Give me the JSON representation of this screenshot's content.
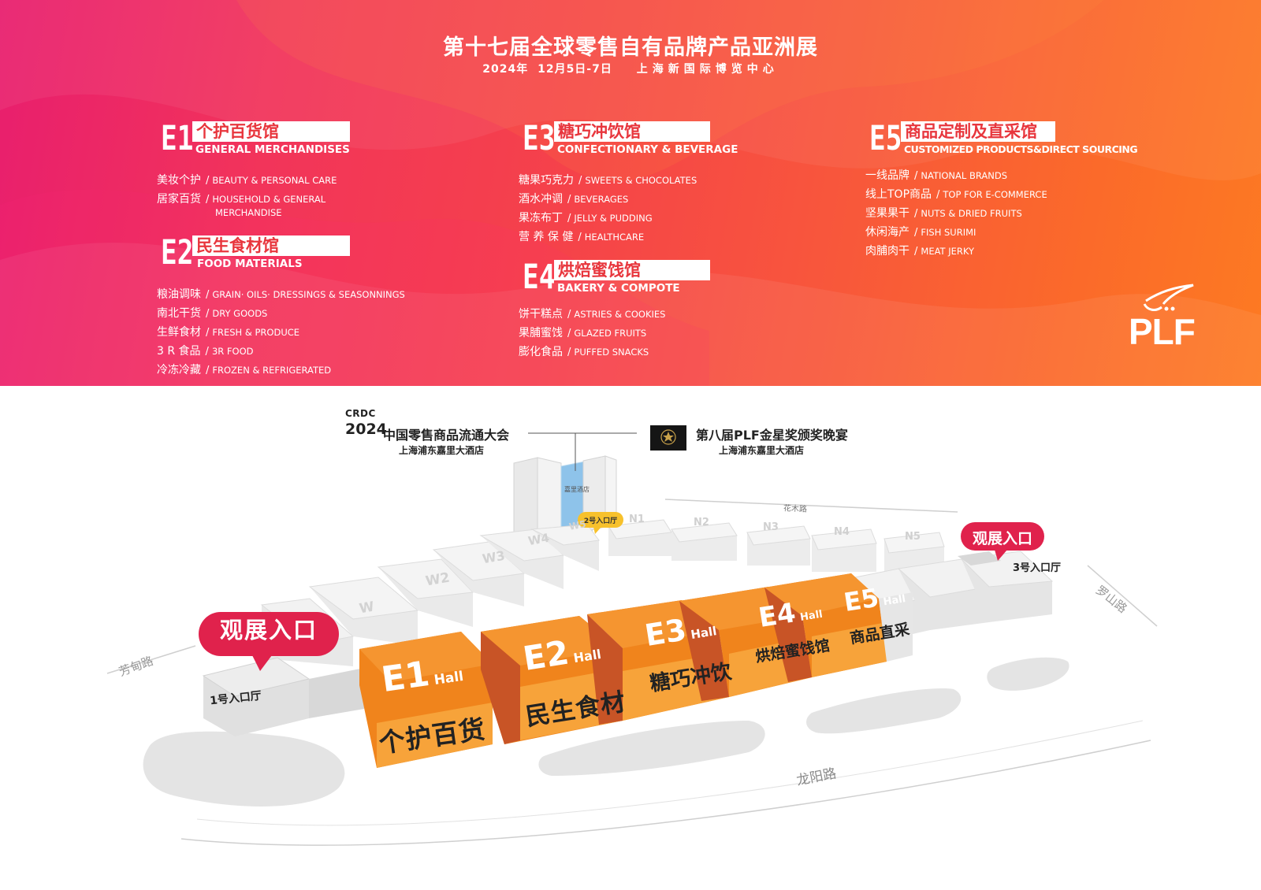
{
  "header": {
    "title": "第十七届全球零售自有品牌产品亚洲展",
    "date": "2024年 12月5日-7日",
    "venue": "上海新国际博览中心"
  },
  "halls": [
    {
      "code": "E1",
      "name_cn": "个护百货馆",
      "name_en": "GENERAL MERCHANDISES",
      "items": [
        {
          "cn": "美妆个护",
          "en": "BEAUTY & PERSONAL CARE"
        },
        {
          "cn": "居家百货",
          "en": "HOUSEHOLD & GENERAL",
          "en2": "MERCHANDISE"
        }
      ]
    },
    {
      "code": "E2",
      "name_cn": "民生食材馆",
      "name_en": "FOOD MATERIALS",
      "items": [
        {
          "cn": "粮油调味",
          "en": "GRAIN· OILS· DRESSINGS & SEASONNINGS"
        },
        {
          "cn": "南北干货",
          "en": "DRY GOODS"
        },
        {
          "cn": "生鲜食材",
          "en": "FRESH & PRODUCE"
        },
        {
          "cn": "3 R 食品",
          "en": "3R FOOD"
        },
        {
          "cn": "冷冻冷藏",
          "en": "FROZEN & REFRIGERATED"
        }
      ]
    },
    {
      "code": "E3",
      "name_cn": "糖巧冲饮馆",
      "name_en": "CONFECTIONARY & BEVERAGE",
      "items": [
        {
          "cn": "糖果巧克力",
          "en": "SWEETS & CHOCOLATES"
        },
        {
          "cn": "酒水冲调",
          "en": "BEVERAGES"
        },
        {
          "cn": "果冻布丁",
          "en": "JELLY & PUDDING"
        },
        {
          "cn": "营 养 保 健",
          "en": "HEALTHCARE"
        }
      ]
    },
    {
      "code": "E4",
      "name_cn": "烘焙蜜饯馆",
      "name_en": "BAKERY & COMPOTE",
      "items": [
        {
          "cn": "饼干糕点",
          "en": "ASTRIES & COOKIES"
        },
        {
          "cn": "果脯蜜饯",
          "en": "GLAZED FRUITS"
        },
        {
          "cn": "膨化食品",
          "en": "PUFFED SNACKS"
        }
      ]
    },
    {
      "code": "E5",
      "name_cn": "商品定制及直采馆",
      "name_en": "CUSTOMIZED PRODUCTS&DIRECT SOURCING",
      "items": [
        {
          "cn": "一线品牌",
          "en": "NATIONAL BRANDS"
        },
        {
          "cn": "线上TOP商品",
          "en": "TOP FOR E-COMMERCE"
        },
        {
          "cn": "坚果果干",
          "en": "NUTS & DRIED FRUITS"
        },
        {
          "cn": "休闲海产",
          "en": "FISH SURIMI"
        },
        {
          "cn": "肉脯肉干",
          "en": "MEAT JERKY"
        }
      ]
    }
  ],
  "logo": {
    "text": "PLF"
  },
  "events": {
    "crdc_logo": "CRDC",
    "crdc_year": "2024",
    "crdc_name": "中国零售商品流通大会",
    "crdc_venue": "上海浦东嘉里大酒店",
    "gala_name": "第八届PLF金星奖颁奖晚宴",
    "gala_venue": "上海浦东嘉里大酒店",
    "hotel_label": "嘉里酒店"
  },
  "map": {
    "entrance_label": "观展入口",
    "hall_word": "Hall",
    "entry_hall_1": "1号入口厅",
    "entry_hall_2": "2号入口厅",
    "entry_hall_3": "3号入口厅",
    "road_top": "花木路",
    "road_left": "芳甸路",
    "road_right": "罗山路",
    "road_bottom": "龙阳路",
    "west_halls": [
      "W",
      "W2",
      "W3",
      "W4",
      "W5"
    ],
    "north_halls": [
      "N1",
      "N2",
      "N3",
      "N4",
      "N5"
    ],
    "east_halls": [
      {
        "code": "E1",
        "name": "个护百货"
      },
      {
        "code": "E2",
        "name": "民生食材"
      },
      {
        "code": "E3",
        "name": "糖巧冲饮"
      },
      {
        "code": "E4",
        "name": "烘焙蜜饯馆"
      },
      {
        "code": "E5",
        "name": "商品直采"
      }
    ]
  },
  "colors": {
    "hall_orange": "#f0841c",
    "hall_orange_light": "#f7a33a",
    "hall_side": "#c85426",
    "entrance_red": "#e0224c",
    "hotel_blue": "#9fcff0",
    "badge_yellow": "#f7c12c"
  }
}
